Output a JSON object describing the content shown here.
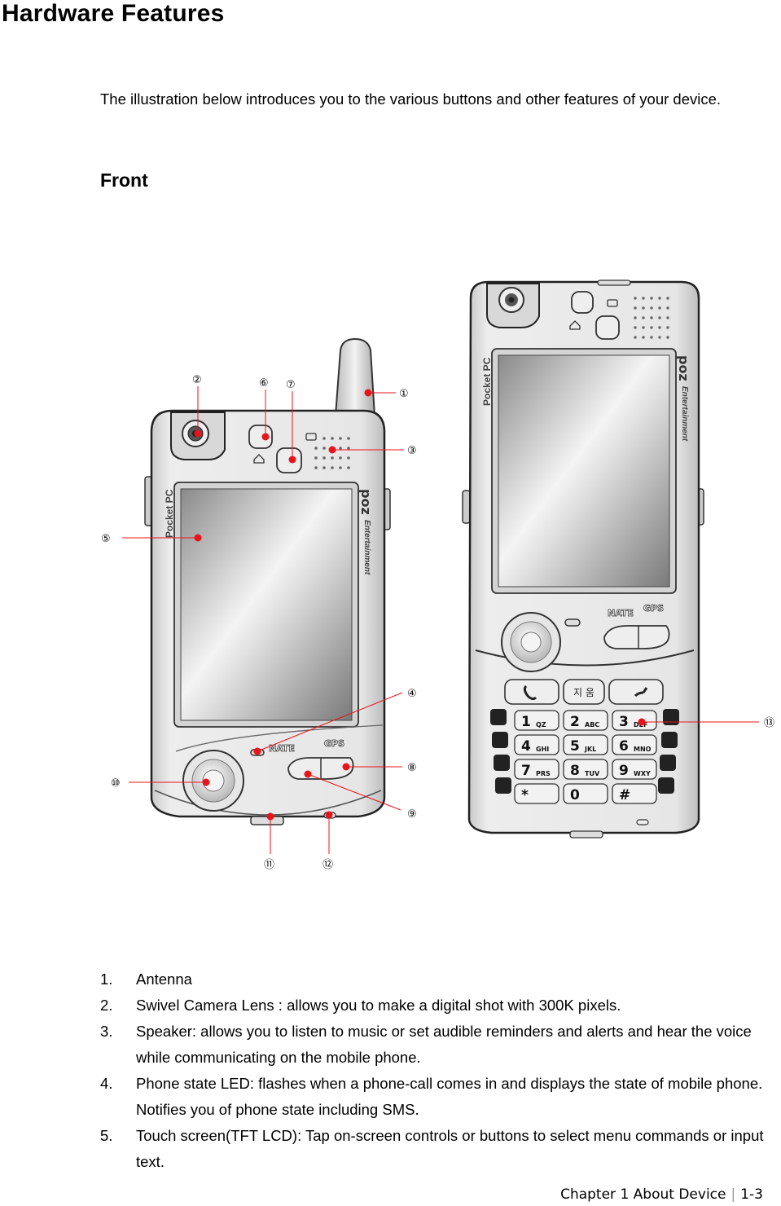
{
  "page": {
    "title": "Hardware Features",
    "intro": "The illustration below introduces you to the various buttons and other features of your device.",
    "section": "Front"
  },
  "figure": {
    "left_device": {
      "brand": "poz",
      "tagline": "Entertainment",
      "side_label": "Pocket PC",
      "nate": "NATE",
      "gps": "GPS"
    },
    "right_device": {
      "brand": "poz",
      "tagline": "Entertainment",
      "side_label": "Pocket PC",
      "nate": "NATE",
      "gps": "GPS",
      "clear_key": "지 움",
      "keys": [
        {
          "digit": "1",
          "letters": "QZ"
        },
        {
          "digit": "2",
          "letters": "ABC"
        },
        {
          "digit": "3",
          "letters": "DEF"
        },
        {
          "digit": "4",
          "letters": "GHI"
        },
        {
          "digit": "5",
          "letters": "JKL"
        },
        {
          "digit": "6",
          "letters": "MNO"
        },
        {
          "digit": "7",
          "letters": "PRS"
        },
        {
          "digit": "8",
          "letters": "TUV"
        },
        {
          "digit": "9",
          "letters": "WXY"
        },
        {
          "digit": "*",
          "letters": ""
        },
        {
          "digit": "0",
          "letters": ""
        },
        {
          "digit": "#",
          "letters": ""
        }
      ]
    },
    "callouts": [
      "①",
      "②",
      "③",
      "④",
      "⑤",
      "⑥",
      "⑦",
      "⑧",
      "⑨",
      "⑩",
      "⑪",
      "⑫",
      "⑬"
    ],
    "accent_color": "#e8141c"
  },
  "features": [
    {
      "num": "1.",
      "text": "Antenna"
    },
    {
      "num": "2.",
      "text": "Swivel Camera Lens : allows you to make a digital shot with 300K pixels."
    },
    {
      "num": "3.",
      "text": "Speaker: allows you to listen to music or set audible reminders and alerts and hear the voice while communicating on the mobile phone."
    },
    {
      "num": "4.",
      "text": "Phone state LED: flashes when a phone-call comes in and displays the state of mobile phone. Notifies you of phone state including SMS."
    },
    {
      "num": "5.",
      "text": "Touch screen(TFT LCD): Tap on-screen controls or buttons to select menu commands or input text."
    }
  ],
  "footer": {
    "chapter": "Chapter 1 About Device",
    "page": "1-3"
  }
}
